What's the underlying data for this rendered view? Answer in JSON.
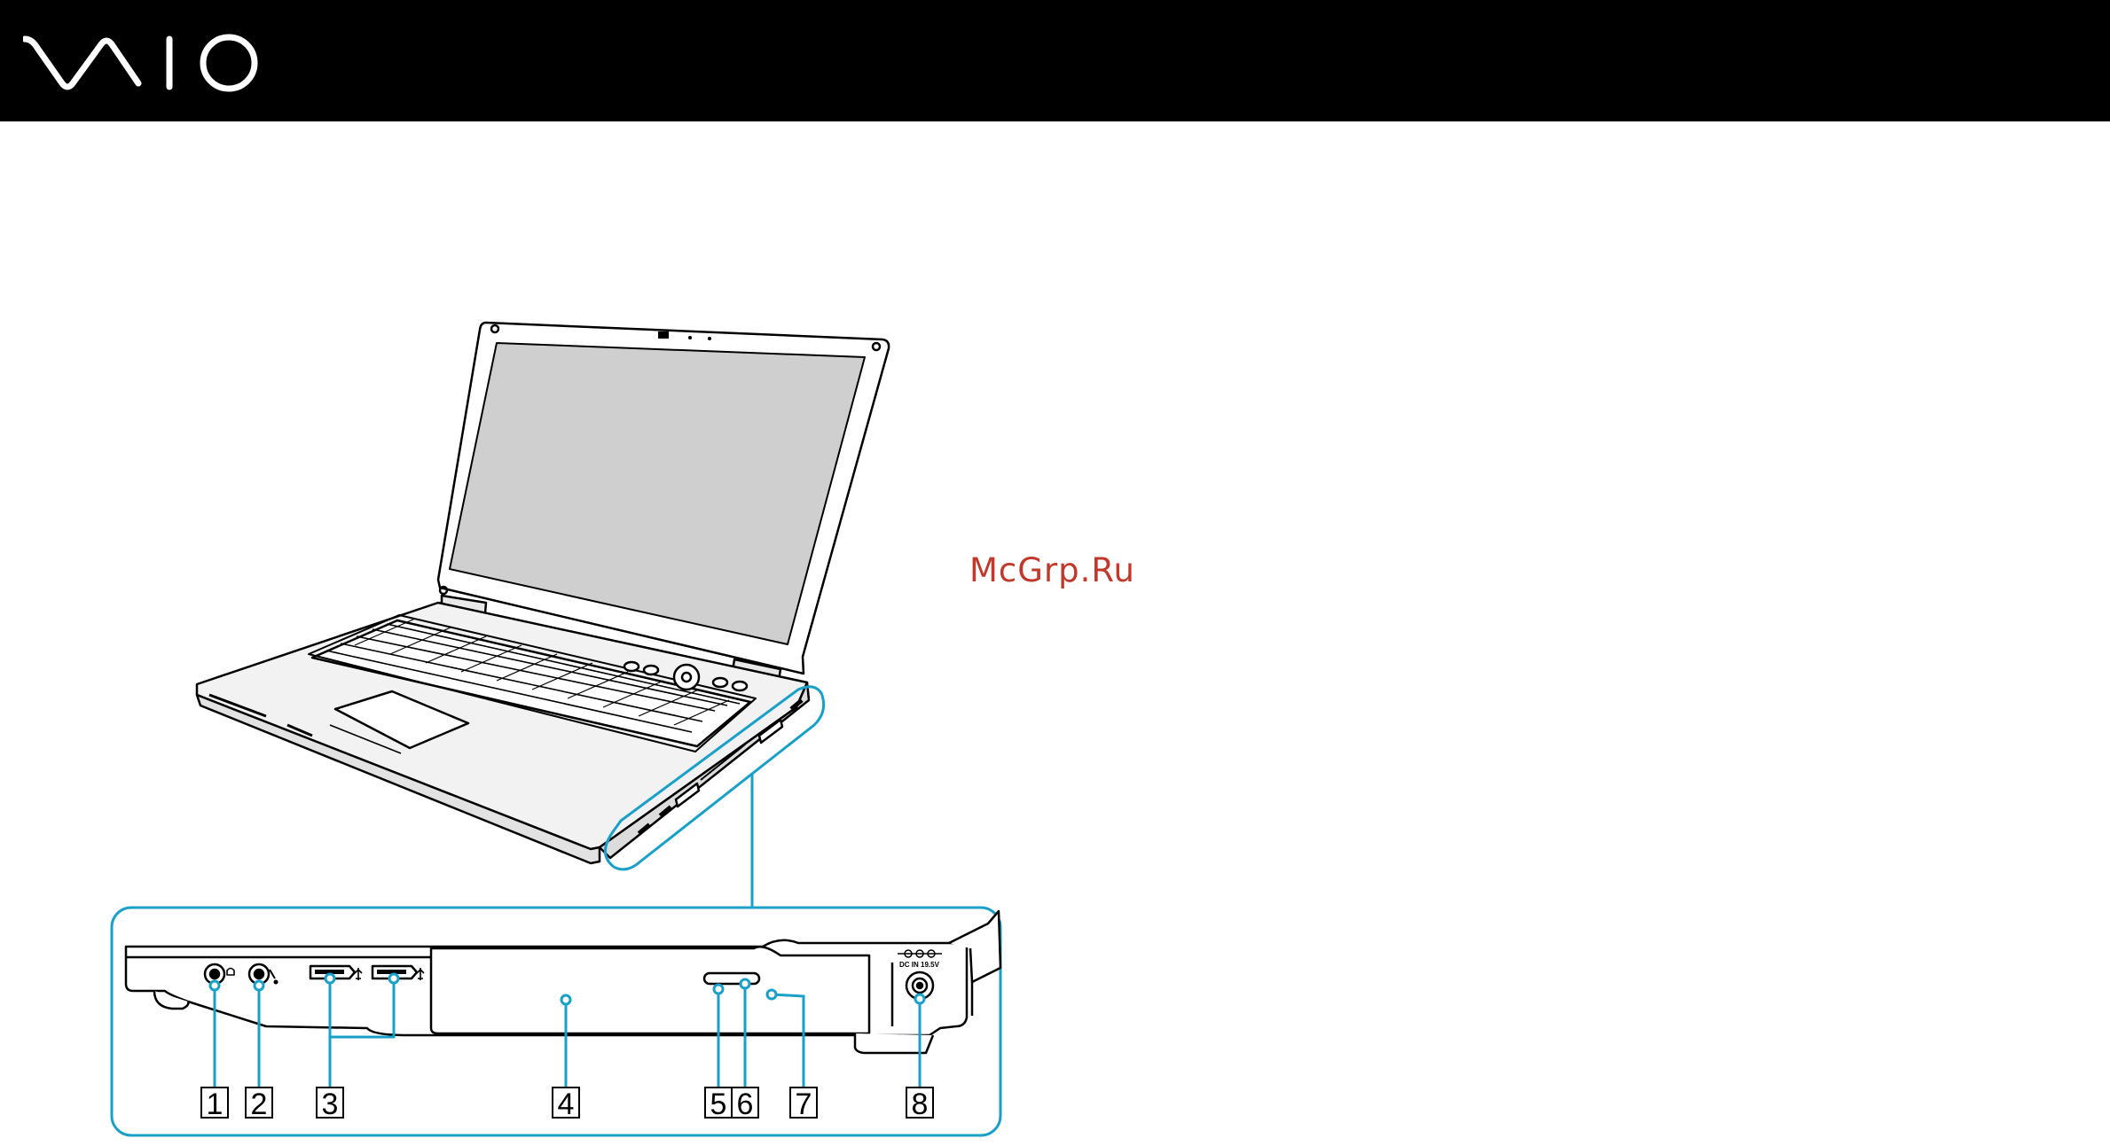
{
  "brand": {
    "logo_text": "VAIO",
    "header_color": "#000000"
  },
  "watermark": {
    "text": "McGrp.Ru",
    "color": "#c0392b"
  },
  "illustration": {
    "accent_color": "#1aa0c8",
    "port_labels": {
      "dc_in": "DC IN 19.5V"
    },
    "callouts": [
      "1",
      "2",
      "3",
      "4",
      "5",
      "6",
      "7",
      "8"
    ]
  }
}
